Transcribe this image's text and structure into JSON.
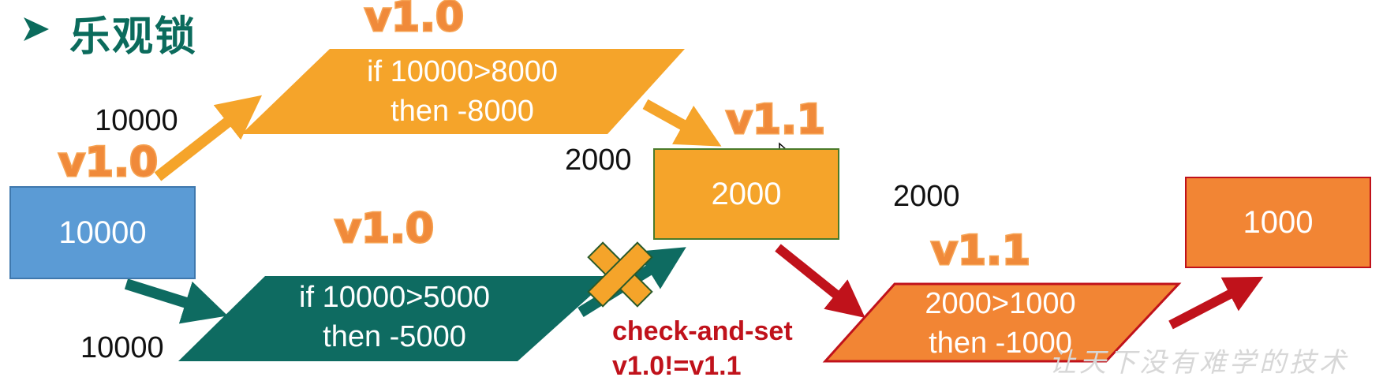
{
  "title": "乐观锁",
  "versions": {
    "top": "v1.0",
    "left": "v1.0",
    "middle": "v1.0",
    "mid_box": "v1.1",
    "right": "v1.1"
  },
  "labels": {
    "top_left_amount": "10000",
    "bottom_left_amount": "10000",
    "mid_left_amount": "2000",
    "mid_right_amount": "2000"
  },
  "boxes": {
    "start": "10000",
    "middle": "2000",
    "end": "1000"
  },
  "operations": {
    "top": [
      "if 10000>8000",
      "then -8000"
    ],
    "bottom": [
      "if 10000>5000",
      "then -5000"
    ],
    "right": [
      "2000>1000",
      "then -1000"
    ]
  },
  "check_and_set": [
    "check-and-set",
    "v1.0!=v1.1"
  ],
  "watermark": "让天下没有难学的技术",
  "colors": {
    "title": "#0b6b5c",
    "version": "#f08a3a",
    "blue_box": "#5b9bd5",
    "orange": "#f5a42a",
    "teal": "#0e6b61",
    "dark_orange": "#f28534",
    "red": "#c0121b"
  },
  "icons": [
    "bullet-arrow-icon",
    "cross-icon",
    "mouse-cursor-icon"
  ]
}
